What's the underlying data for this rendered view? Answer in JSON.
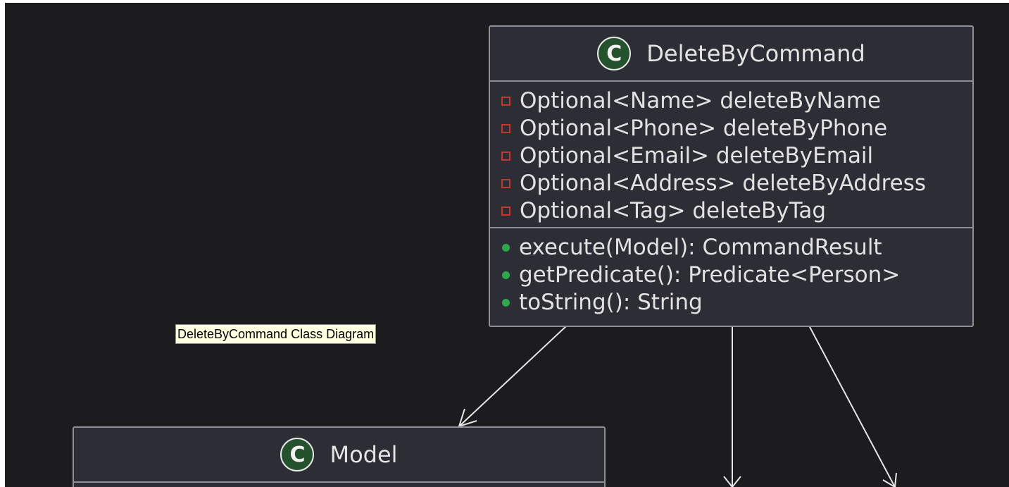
{
  "diagram": {
    "classes": [
      {
        "id": "delete-by-command",
        "badge": "C",
        "name": "DeleteByCommand",
        "fields": [
          "Optional<Name> deleteByName",
          "Optional<Phone> deleteByPhone",
          "Optional<Email> deleteByEmail",
          "Optional<Address> deleteByAddress",
          "Optional<Tag> deleteByTag"
        ],
        "methods": [
          "execute(Model): CommandResult",
          "getPredicate(): Predicate<Person>",
          "toString(): String"
        ]
      },
      {
        "id": "model",
        "badge": "C",
        "name": "Model"
      }
    ],
    "edges": [
      {
        "from": "DeleteByCommand",
        "to": "Model"
      },
      {
        "from": "DeleteByCommand",
        "to": ""
      },
      {
        "from": "DeleteByCommand",
        "to": ""
      }
    ]
  },
  "tooltip": {
    "text": "DeleteByCommand Class Diagram"
  },
  "colors": {
    "background": "#1c1c1e",
    "class_fill": "#2d2d36",
    "class_border": "#8f8f96",
    "badge_fill": "#23522d",
    "private_marker": "#c0392b",
    "public_marker": "#2ea84a",
    "edge": "#e6e6e6",
    "tooltip_fill": "#ffffe1"
  }
}
